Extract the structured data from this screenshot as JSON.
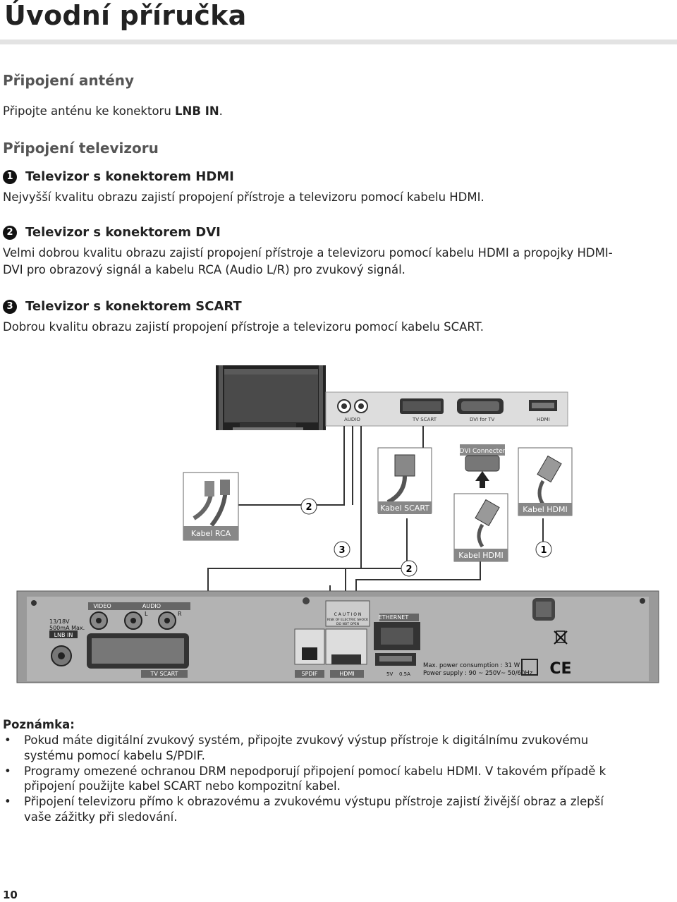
{
  "page": {
    "title": "Úvodní příručka",
    "page_number": "10"
  },
  "antenna": {
    "heading": "Připojení antény",
    "text_prefix": "Připojte anténu ke konektoru ",
    "text_bold": "LNB IN",
    "text_suffix": "."
  },
  "tv": {
    "heading": "Připojení televizoru",
    "items": [
      {
        "number": "1",
        "heading": "Televizor s konektorem HDMI",
        "text": "Nejvyšší kvalitu obrazu zajistí propojení přístroje a televizoru pomocí kabelu HDMI."
      },
      {
        "number": "2",
        "heading": "Televizor s konektorem DVI",
        "text": "Velmi dobrou kvalitu obrazu zajistí propojení přístroje a televizoru pomocí kabelu HDMI a propojky HDMI-DVI pro obrazový signál a kabelu RCA (Audio L/R) pro zvukový signál."
      },
      {
        "number": "3",
        "heading": "Televizor s konektorem SCART",
        "text": "Dobrou kvalitu obrazu zajistí propojení přístroje a televizoru pomocí kabelu SCART."
      }
    ]
  },
  "diagram": {
    "tv_panel": {
      "audio": "AUDIO",
      "tv_scart": "TV SCART",
      "dvi": "DVI for TV",
      "hdmi": "HDMI"
    },
    "dvi_connector": "DVI Connecter",
    "cables": {
      "rca": "Kabel RCA",
      "scart": "Kabel SCART",
      "hdmi_top": "Kabel HDMI",
      "hdmi_mid": "Kabel HDMI"
    },
    "markers": {
      "m2a": "2",
      "m3": "3",
      "m2b": "2",
      "m1": "1"
    },
    "receiver": {
      "voltage": "13/18V",
      "current": "500mA Max.",
      "lnb": "LNB IN",
      "video": "VIDEO",
      "audio": "AUDIO",
      "l": "L",
      "r": "R",
      "tv_scart": "TV SCART",
      "caution": "C A U T I O N",
      "warning1": "RISK OF ELECTRIC SHOCK",
      "warning2": "DO NOT OPEN",
      "ethernet": "ETHERNET",
      "spdif": "SPDIF",
      "hdmi": "HDMI",
      "usb": "5V",
      "usb_current": "0.5A",
      "power_consumption": "Max. power consumption : 31 W",
      "power_supply": "Power supply : 90 ~ 250V~ 50/60Hz",
      "ce": "CE"
    }
  },
  "notes": {
    "heading": "Poznámka:",
    "items": [
      "Pokud máte digitální zvukový systém, připojte zvukový výstup přístroje k digitálnímu zvukovému systému pomocí kabelu S/PDIF.",
      "Programy omezené ochranou DRM nepodporují připojení pomocí kabelu HDMI. V takovém případě k připojení použijte kabel SCART nebo kompozitní kabel.",
      "Připojení televizoru přímo k obrazovému a zvukovému výstupu přístroje zajistí živější obraz a zlepší vaše zážitky při sledování."
    ]
  }
}
